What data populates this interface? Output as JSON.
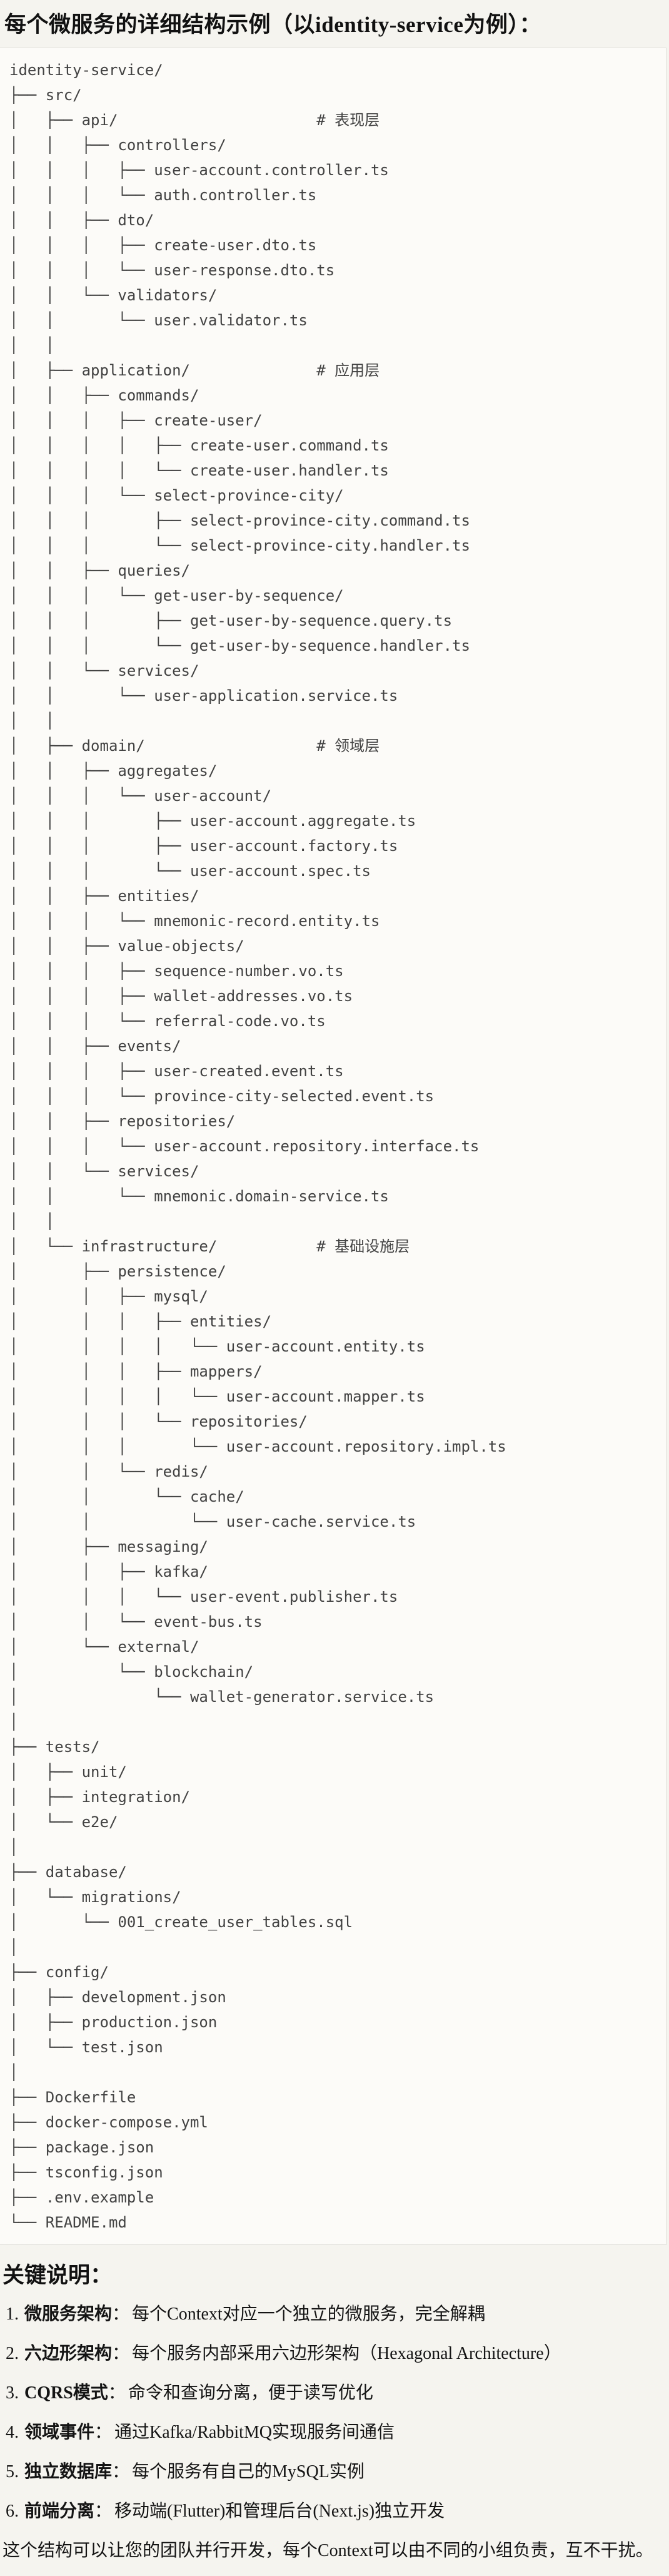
{
  "header": {
    "title": "每个微服务的详细结构示例（以identity-service为例）："
  },
  "tree": {
    "lines": [
      "identity-service/",
      "├── src/",
      "│   ├── api/                      # 表现层",
      "│   │   ├── controllers/",
      "│   │   │   ├── user-account.controller.ts",
      "│   │   │   └── auth.controller.ts",
      "│   │   ├── dto/",
      "│   │   │   ├── create-user.dto.ts",
      "│   │   │   └── user-response.dto.ts",
      "│   │   └── validators/",
      "│   │       └── user.validator.ts",
      "│   │",
      "│   ├── application/              # 应用层",
      "│   │   ├── commands/",
      "│   │   │   ├── create-user/",
      "│   │   │   │   ├── create-user.command.ts",
      "│   │   │   │   └── create-user.handler.ts",
      "│   │   │   └── select-province-city/",
      "│   │   │       ├── select-province-city.command.ts",
      "│   │   │       └── select-province-city.handler.ts",
      "│   │   ├── queries/",
      "│   │   │   └── get-user-by-sequence/",
      "│   │   │       ├── get-user-by-sequence.query.ts",
      "│   │   │       └── get-user-by-sequence.handler.ts",
      "│   │   └── services/",
      "│   │       └── user-application.service.ts",
      "│   │",
      "│   ├── domain/                   # 领域层",
      "│   │   ├── aggregates/",
      "│   │   │   └── user-account/",
      "│   │   │       ├── user-account.aggregate.ts",
      "│   │   │       ├── user-account.factory.ts",
      "│   │   │       └── user-account.spec.ts",
      "│   │   ├── entities/",
      "│   │   │   └── mnemonic-record.entity.ts",
      "│   │   ├── value-objects/",
      "│   │   │   ├── sequence-number.vo.ts",
      "│   │   │   ├── wallet-addresses.vo.ts",
      "│   │   │   └── referral-code.vo.ts",
      "│   │   ├── events/",
      "│   │   │   ├── user-created.event.ts",
      "│   │   │   └── province-city-selected.event.ts",
      "│   │   ├── repositories/",
      "│   │   │   └── user-account.repository.interface.ts",
      "│   │   └── services/",
      "│   │       └── mnemonic.domain-service.ts",
      "│   │",
      "│   └── infrastructure/           # 基础设施层",
      "│       ├── persistence/",
      "│       │   ├── mysql/",
      "│       │   │   ├── entities/",
      "│       │   │   │   └── user-account.entity.ts",
      "│       │   │   ├── mappers/",
      "│       │   │   │   └── user-account.mapper.ts",
      "│       │   │   └── repositories/",
      "│       │   │       └── user-account.repository.impl.ts",
      "│       │   └── redis/",
      "│       │       └── cache/",
      "│       │           └── user-cache.service.ts",
      "│       ├── messaging/",
      "│       │   ├── kafka/",
      "│       │   │   └── user-event.publisher.ts",
      "│       │   └── event-bus.ts",
      "│       └── external/",
      "│           └── blockchain/",
      "│               └── wallet-generator.service.ts",
      "│",
      "├── tests/",
      "│   ├── unit/",
      "│   ├── integration/",
      "│   └── e2e/",
      "│",
      "├── database/",
      "│   └── migrations/",
      "│       └── 001_create_user_tables.sql",
      "│",
      "├── config/",
      "│   ├── development.json",
      "│   ├── production.json",
      "│   └── test.json",
      "│",
      "├── Dockerfile",
      "├── docker-compose.yml",
      "├── package.json",
      "├── tsconfig.json",
      "├── .env.example",
      "└── README.md"
    ]
  },
  "notes": {
    "heading": "关键说明：",
    "items": [
      {
        "num": "1.",
        "term": "微服务架构",
        "colon": "：",
        "desc": "每个Context对应一个独立的微服务，完全解耦"
      },
      {
        "num": "2.",
        "term": "六边形架构",
        "colon": "：",
        "desc": "每个服务内部采用六边形架构（Hexagonal Architecture）"
      },
      {
        "num": "3.",
        "term": "CQRS模式",
        "colon": "：",
        "desc": "命令和查询分离，便于读写优化"
      },
      {
        "num": "4.",
        "term": "领域事件",
        "colon": "：",
        "desc": "通过Kafka/RabbitMQ实现服务间通信"
      },
      {
        "num": "5.",
        "term": "独立数据库",
        "colon": "：",
        "desc": "每个服务有自己的MySQL实例"
      },
      {
        "num": "6.",
        "term": "前端分离",
        "colon": "：",
        "desc": "移动端(Flutter)和管理后台(Next.js)独立开发"
      }
    ],
    "closing": "这个结构可以让您的团队并行开发，每个Context可以由不同的小组负责，互不干扰。"
  },
  "colors": {
    "page_bg": "#f5f4ef",
    "code_bg": "#fcfbf8",
    "code_border": "#e1e0db",
    "code_text": "#424242",
    "text": "#141414"
  }
}
